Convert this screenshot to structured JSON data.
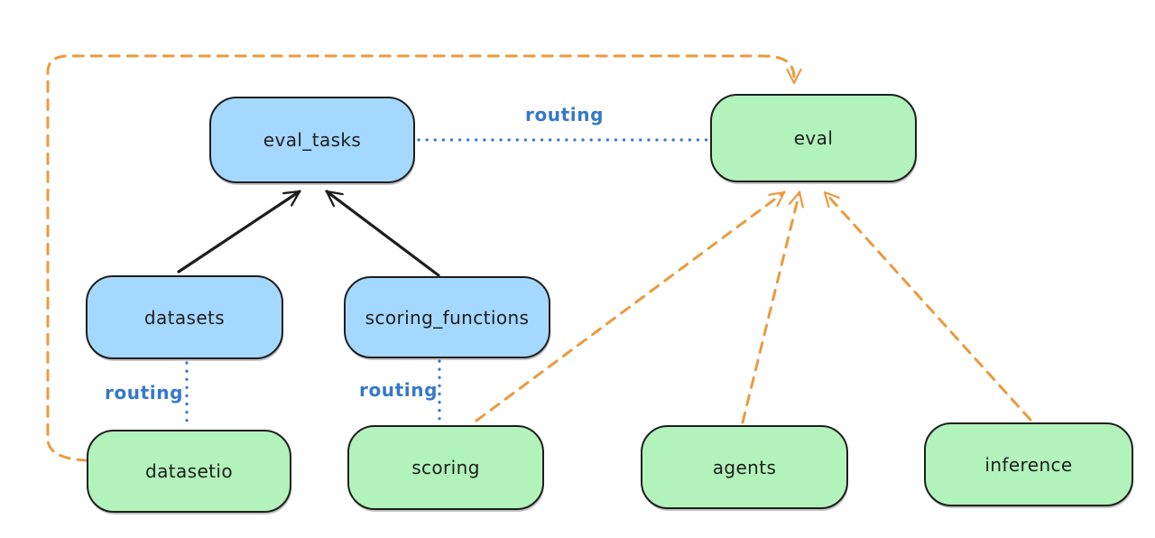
{
  "diagram": {
    "background": "#ffffff",
    "colors": {
      "blue_node_fill": "#a5d8ff",
      "green_node_fill": "#b2f2bb",
      "node_stroke": "#1e1e1e",
      "solid_arrow": "#1e1e1e",
      "routing_blue": "#3678c9",
      "dashed_orange": "#ea9a3e"
    },
    "nodes": [
      {
        "id": "eval_tasks",
        "label": "eval_tasks",
        "color": "blue"
      },
      {
        "id": "eval",
        "label": "eval",
        "color": "green"
      },
      {
        "id": "datasets",
        "label": "datasets",
        "color": "blue"
      },
      {
        "id": "scoring_functions",
        "label": "scoring_functions",
        "color": "blue"
      },
      {
        "id": "datasetio",
        "label": "datasetio",
        "color": "green"
      },
      {
        "id": "scoring",
        "label": "scoring",
        "color": "green"
      },
      {
        "id": "agents",
        "label": "agents",
        "color": "green"
      },
      {
        "id": "inference",
        "label": "inference",
        "color": "green"
      }
    ],
    "edges": [
      {
        "from": "datasets",
        "to": "eval_tasks",
        "style": "solid-arrow",
        "label": ""
      },
      {
        "from": "scoring_functions",
        "to": "eval_tasks",
        "style": "solid-arrow",
        "label": ""
      },
      {
        "from": "eval_tasks",
        "to": "eval",
        "style": "dotted-line",
        "label": "routing"
      },
      {
        "from": "datasets",
        "to": "datasetio",
        "style": "dotted-line",
        "label": "routing"
      },
      {
        "from": "scoring_functions",
        "to": "scoring",
        "style": "dotted-line",
        "label": "routing"
      },
      {
        "from": "datasetio",
        "to": "eval",
        "style": "dashed-arrow",
        "label": ""
      },
      {
        "from": "scoring",
        "to": "eval",
        "style": "dashed-arrow",
        "label": ""
      },
      {
        "from": "agents",
        "to": "eval",
        "style": "dashed-arrow",
        "label": ""
      },
      {
        "from": "inference",
        "to": "eval",
        "style": "dashed-arrow",
        "label": ""
      }
    ]
  }
}
